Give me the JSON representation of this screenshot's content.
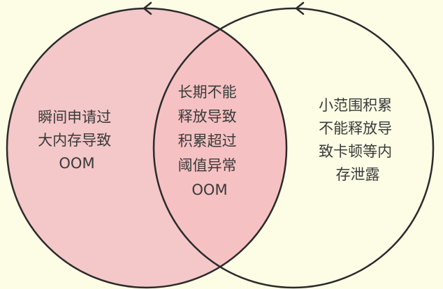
{
  "diagram": {
    "colors": {
      "background": "#fdfde6",
      "left_circle_fill": "#f4c7c8",
      "right_circle_fill": "#fdfde6",
      "overlap_fill": "#f6c1c3",
      "stroke": "#2b2b2b",
      "text": "#3a3a3a"
    },
    "left": {
      "lines": [
        "瞬间申请过",
        "大内存导致",
        "OOM"
      ]
    },
    "overlap": {
      "lines": [
        "长期不能",
        "释放导致",
        "积累超过",
        "阈值异常",
        "OOM"
      ]
    },
    "right": {
      "lines": [
        "小范围积累",
        "不能释放导",
        "致卡顿等内",
        "存泄露"
      ]
    }
  }
}
